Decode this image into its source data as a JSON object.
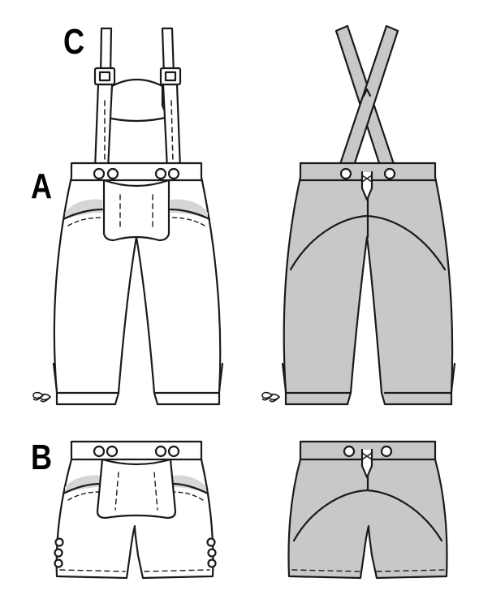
{
  "labels": {
    "c": "C",
    "a": "A",
    "b": "B"
  },
  "colors": {
    "stroke": "#1a1a1a",
    "front_fill": "#ffffff",
    "back_fill": "#c8c8c8",
    "pocket_shade": "#d6d6d6"
  },
  "views": [
    {
      "id": "A-front",
      "garment": "A",
      "view": "front",
      "length": "knee",
      "suspenders": true
    },
    {
      "id": "A-back",
      "garment": "A",
      "view": "back",
      "length": "knee",
      "suspenders": true
    },
    {
      "id": "B-front",
      "garment": "B",
      "view": "front",
      "length": "short",
      "suspenders": false
    },
    {
      "id": "B-back",
      "garment": "B",
      "view": "back",
      "length": "short",
      "suspenders": false
    }
  ]
}
